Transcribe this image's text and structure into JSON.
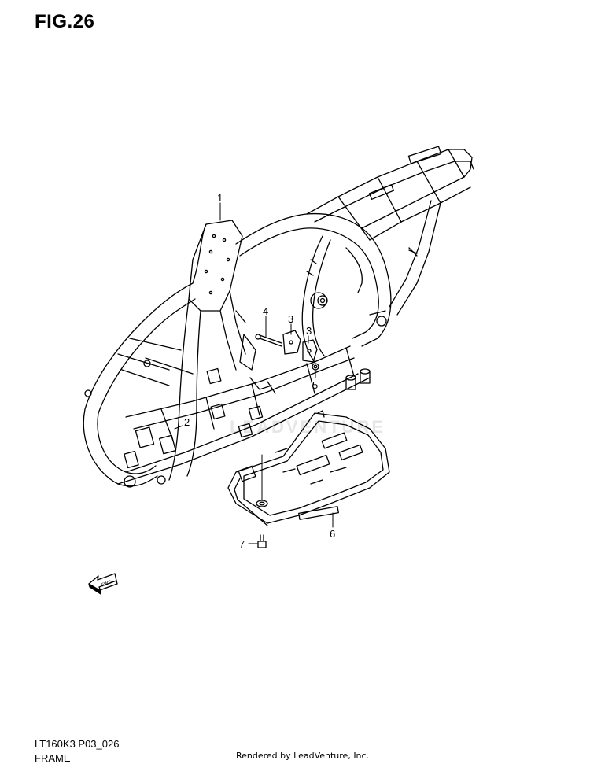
{
  "figure": {
    "title": "FIG.26"
  },
  "callouts": [
    {
      "number": "1"
    },
    {
      "number": "2"
    },
    {
      "number": "3"
    },
    {
      "number": "3"
    },
    {
      "number": "4"
    },
    {
      "number": "5"
    },
    {
      "number": "6"
    },
    {
      "number": "7"
    }
  ],
  "fwd_arrow": {
    "label": "FWD"
  },
  "watermark": {
    "text": "LEADVENTURE"
  },
  "footer": {
    "code": "LT160K3 P03_026",
    "title": "FRAME",
    "rendered_by": "Rendered by LeadVenture, Inc."
  },
  "colors": {
    "line": "#000000",
    "watermark": "#e6e6e6",
    "background": "#ffffff"
  }
}
